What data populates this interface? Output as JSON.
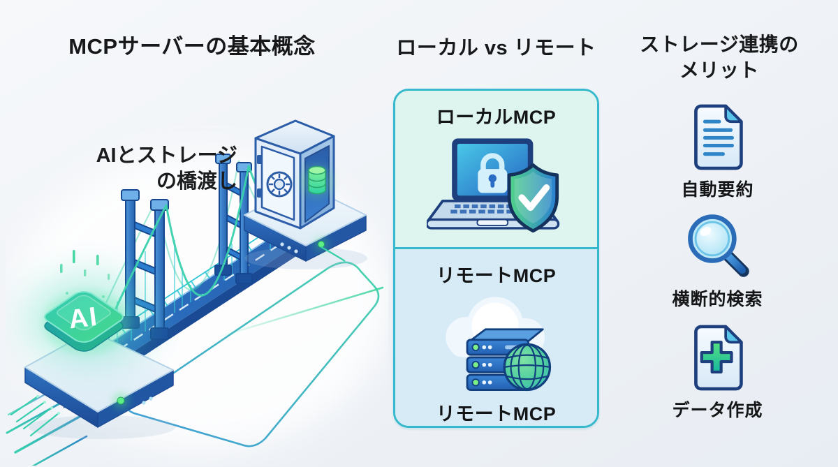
{
  "left_section": {
    "title": "MCPサーバーの基本概念",
    "caption": "AIとストレージ\nの橋渡し",
    "chip_label": "AI"
  },
  "middle_section": {
    "title": "ローカル vs リモート",
    "card": {
      "local": {
        "title": "ローカルMCP",
        "icon": "laptop-lock-shield-icon"
      },
      "remote": {
        "title": "リモートMCP",
        "icon": "cloud-server-globe-icon",
        "caption": "リモートMCP"
      }
    }
  },
  "right_section": {
    "title": "ストレージ連携の\nメリット",
    "items": [
      {
        "icon": "document-summary-icon",
        "label": "自動要約"
      },
      {
        "icon": "magnifier-icon",
        "label": "横断的検索"
      },
      {
        "icon": "document-plus-icon",
        "label": "データ作成"
      }
    ]
  },
  "colors": {
    "card_border": "#36b9cc",
    "card_local_bg": "#ddf4ef",
    "card_remote_bg": "#d7ebf7",
    "accent_blue": "#2e7dd1",
    "accent_teal": "#3bd2ad",
    "accent_green": "#4ade80",
    "led_green": "#5ef086",
    "outline_navy": "#1d3f7d"
  }
}
